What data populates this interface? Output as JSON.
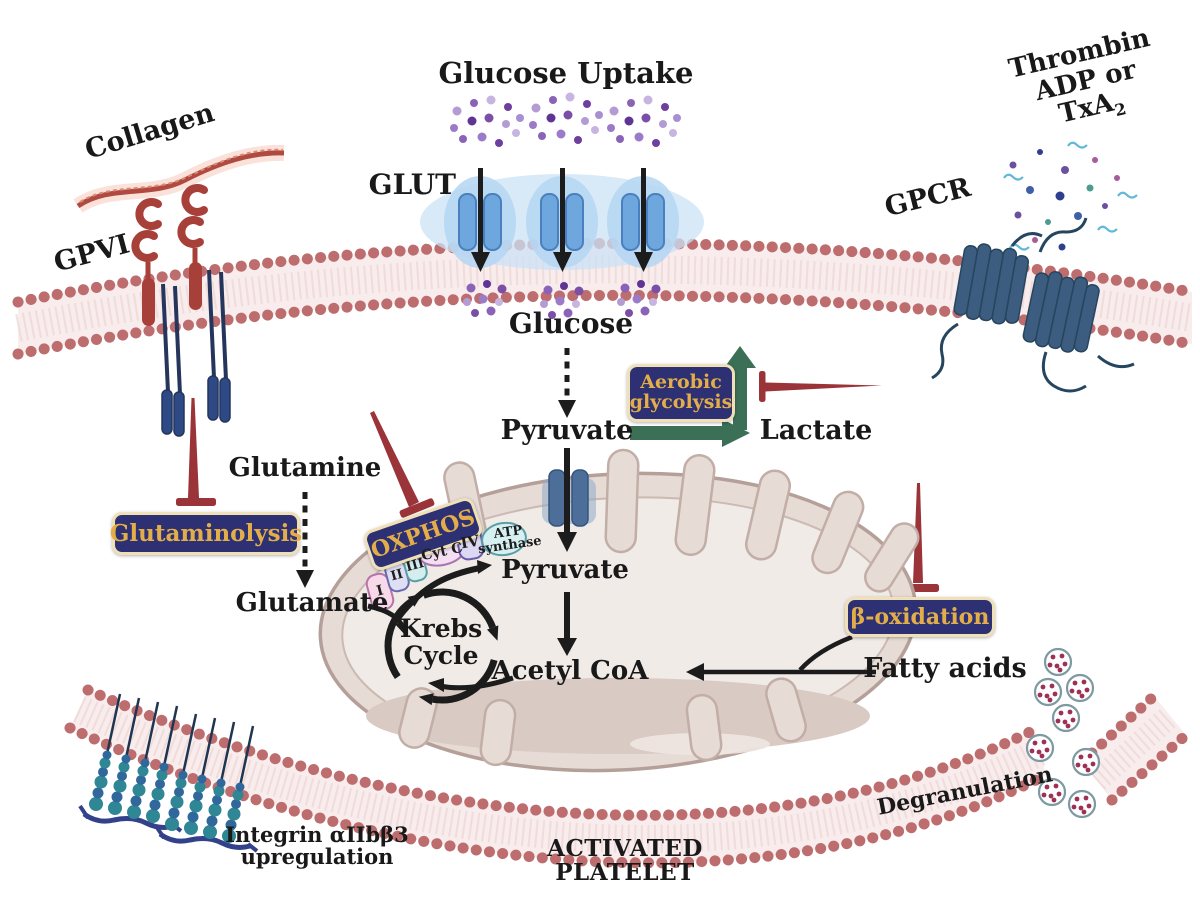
{
  "figure": {
    "type": "platelet-metabolism-pathway-diagram",
    "caption": "ACTIVATED PLATELET"
  },
  "labels": {
    "glucose_uptake": "Glucose Uptake",
    "glut": "GLUT",
    "collagen": "Collagen",
    "gpvi": "GPVI",
    "thrombin": "Thrombin",
    "adp_or": "ADP or",
    "txa": "TxA",
    "txa_sub": "2",
    "gpcr": "GPCR",
    "glucose": "Glucose",
    "pyruvate_cytosol": "Pyruvate",
    "lactate": "Lactate",
    "glutamine": "Glutamine",
    "glutamate": "Glutamate",
    "pyruvate_mito": "Pyruvate",
    "acetyl_coa": "Acetyl CoA",
    "krebs_line1": "Krebs",
    "krebs_line2": "Cycle",
    "atp_line1": "ATP",
    "atp_line2": "synthase",
    "fatty_acids": "Fatty acids",
    "degranulation": "Degranulation",
    "integrin_line1": "Integrin αIIbβ3",
    "integrin_line2": "upregulation",
    "activated_platelet": "ACTIVATED PLATELET"
  },
  "badges": {
    "aerobic_line1": "Aerobic",
    "aerobic_line2": "glycolysis",
    "glutaminolysis": "Glutaminolysis",
    "oxphos": "OXPHOS",
    "beta_oxidation": "β-oxidation"
  },
  "etc_complexes": [
    "I",
    "II",
    "III",
    "Cyt C",
    "IV"
  ],
  "colors": {
    "badge_bg": "#2d3174",
    "badge_border": "#efe0b7",
    "badge_text": "#e3ae49",
    "membrane_dot": "#bd6d6e",
    "inhibitor_red": "#9b3438",
    "green_arrow": "#3b7056",
    "black_arrow": "#1c1c1c",
    "glut_blue": "#6ea6de",
    "gpcr_blue": "#3d5d80",
    "gpvi_red": "#a8403a",
    "integrin_teal": "#2f8695",
    "mito_fill": "#e6dbd5",
    "granule_dot": "#9e2f55",
    "glucose_dot": "#7b4fa6"
  }
}
